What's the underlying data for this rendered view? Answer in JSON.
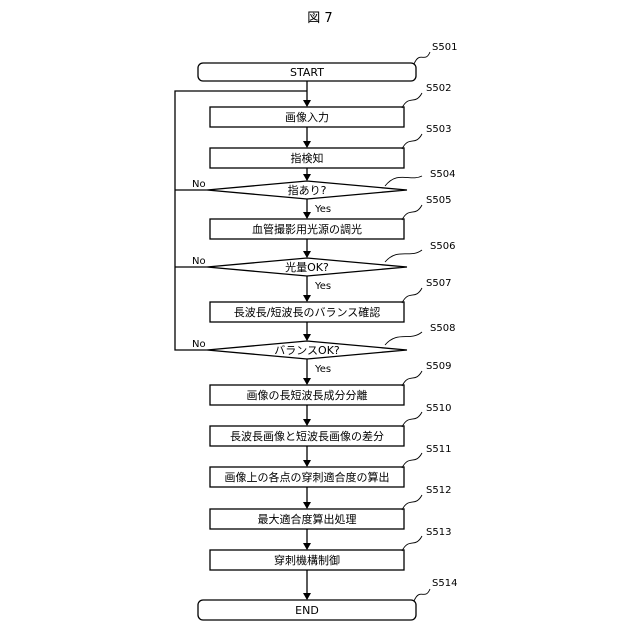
{
  "figure_title": "図 7",
  "nodes": {
    "s501": {
      "id": "S501",
      "text": "START"
    },
    "s502": {
      "id": "S502",
      "text": "画像入力"
    },
    "s503": {
      "id": "S503",
      "text": "指検知"
    },
    "s504": {
      "id": "S504",
      "text": "指あり?",
      "no": "No",
      "yes": "Yes"
    },
    "s505": {
      "id": "S505",
      "text": "血管撮影用光源の調光"
    },
    "s506": {
      "id": "S506",
      "text": "光量OK?",
      "no": "No",
      "yes": "Yes"
    },
    "s507": {
      "id": "S507",
      "text": "長波長/短波長のバランス確認"
    },
    "s508": {
      "id": "S508",
      "text": "バランスOK?",
      "no": "No",
      "yes": "Yes"
    },
    "s509": {
      "id": "S509",
      "text": "画像の長短波長成分分離"
    },
    "s510": {
      "id": "S510",
      "text": "長波長画像と短波長画像の差分"
    },
    "s511": {
      "id": "S511",
      "text": "画像上の各点の穿刺適合度の算出"
    },
    "s512": {
      "id": "S512",
      "text": "最大適合度算出処理"
    },
    "s513": {
      "id": "S513",
      "text": "穿刺機構制御"
    },
    "s514": {
      "id": "S514",
      "text": "END"
    }
  }
}
